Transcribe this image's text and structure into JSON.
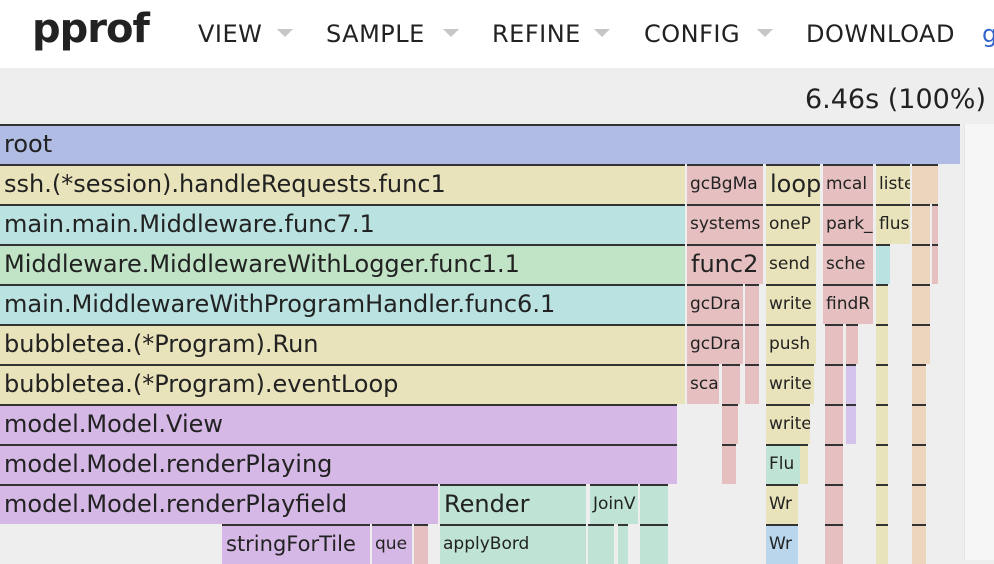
{
  "app": {
    "logo": "pprof"
  },
  "menu": {
    "items": [
      {
        "label": "VIEW"
      },
      {
        "label": "SAMPLE"
      },
      {
        "label": "REFINE"
      },
      {
        "label": "CONFIG"
      },
      {
        "label": "DOWNLOAD"
      }
    ],
    "cut_link": "g"
  },
  "summary": {
    "total": "6.46s (100%)"
  },
  "colors": {
    "blue": "#b0bce3",
    "yellow": "#e8e3ba",
    "cyan": "#b9e2e1",
    "green": "#c0e4c5",
    "purple": "#d5b8e5",
    "mint": "#bfe4d5",
    "pink": "#e6c0c0",
    "peach": "#ecd4bd",
    "lavender": "#d3c3ea"
  },
  "flame": {
    "frames": [
      {
        "label": "root"
      },
      {
        "label": "ssh.(*session).handleRequests.func1"
      },
      {
        "label": "main.main.Middleware.func7.1"
      },
      {
        "label": "Middleware.MiddlewareWithLogger.func1.1"
      },
      {
        "label": "main.MiddlewareWithProgramHandler.func6.1"
      },
      {
        "label": "bubbletea.(*Program).Run"
      },
      {
        "label": "bubbletea.(*Program).eventLoop"
      },
      {
        "label": "model.Model.View"
      },
      {
        "label": "model.Model.renderPlaying"
      },
      {
        "label": "model.Model.renderPlayfield"
      },
      {
        "label": "Render"
      },
      {
        "label": "JoinV"
      },
      {
        "label": "stringForTile"
      },
      {
        "label": "que"
      },
      {
        "label": "applyBord"
      },
      {
        "label": "gcBgMa"
      },
      {
        "label": "systems"
      },
      {
        "label": "func2"
      },
      {
        "label": "gcDra"
      },
      {
        "label": "gcDra"
      },
      {
        "label": "sca"
      },
      {
        "label": "loop"
      },
      {
        "label": "oneP"
      },
      {
        "label": "send"
      },
      {
        "label": "write"
      },
      {
        "label": "push"
      },
      {
        "label": "write"
      },
      {
        "label": "write"
      },
      {
        "label": "Flu"
      },
      {
        "label": "Wr"
      },
      {
        "label": "Wr"
      },
      {
        "label": "mcal"
      },
      {
        "label": "park_"
      },
      {
        "label": "sche"
      },
      {
        "label": "findR"
      },
      {
        "label": "liste"
      },
      {
        "label": "flus"
      }
    ]
  }
}
